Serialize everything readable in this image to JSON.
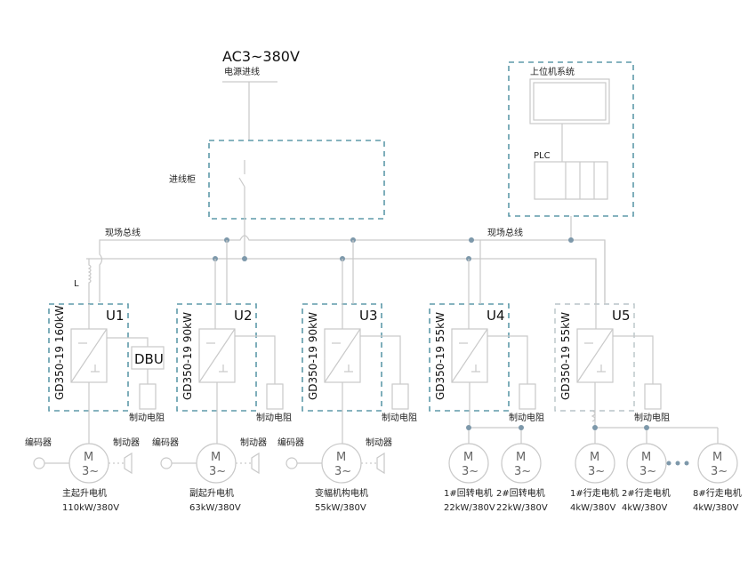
{
  "source": {
    "voltage": "AC3~380V",
    "label": "电源进线"
  },
  "incoming_cabinet": {
    "label": "进线柜"
  },
  "host": {
    "label": "上位机系统",
    "plc": "PLC"
  },
  "fieldbus_labels": [
    "现场总线",
    "现场总线"
  ],
  "inductor_label": "L",
  "brake_resistor_label": "制动电阻",
  "encoder_label": "编码器",
  "brake_label": "制动器",
  "dbu_label": "DBU",
  "motor_symbol": {
    "line1": "M",
    "line2": "3~"
  },
  "colors": {
    "dashed_box": "#5e9aaa",
    "line": "#c9c9c9",
    "junction": "#7d98aa"
  },
  "units": [
    {
      "id": "U1",
      "model": "GD350-19 160kW",
      "motors": [
        {
          "name": "主起升电机",
          "rating": "110kW/380V"
        }
      ]
    },
    {
      "id": "U2",
      "model": "GD350-19 90kW",
      "motors": [
        {
          "name": "副起升电机",
          "rating": "63kW/380V"
        }
      ]
    },
    {
      "id": "U3",
      "model": "GD350-19 90kW",
      "motors": [
        {
          "name": "变幅机构电机",
          "rating": "55kW/380V"
        }
      ]
    },
    {
      "id": "U4",
      "model": "GD350-19 55kW",
      "motors": [
        {
          "name": "1#回转电机",
          "rating": "22kW/380V"
        },
        {
          "name": "2#回转电机",
          "rating": "22kW/380V"
        }
      ]
    },
    {
      "id": "U5",
      "model": "GD350-19 55kW",
      "motors": [
        {
          "name": "1#行走电机",
          "rating": "4kW/380V"
        },
        {
          "name": "2#行走电机",
          "rating": "4kW/380V"
        },
        {
          "name": "8#行走电机",
          "rating": "4kW/380V"
        }
      ]
    }
  ]
}
